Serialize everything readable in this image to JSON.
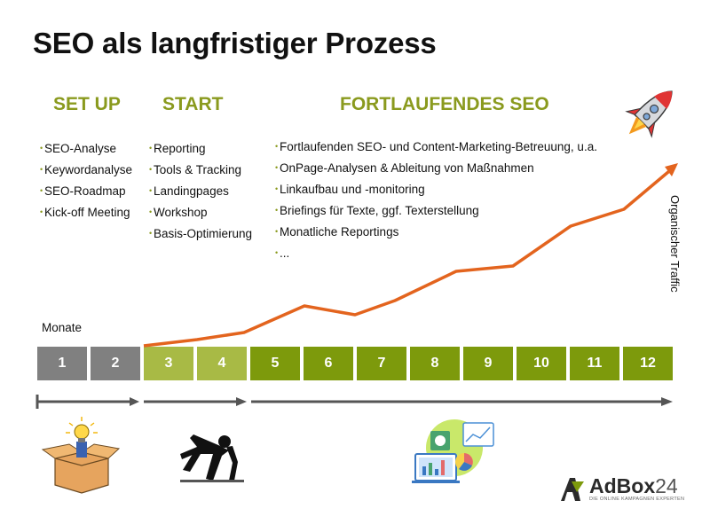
{
  "title": "SEO als langfristiger Prozess",
  "phases": {
    "setup": {
      "label": "SET UP",
      "items": [
        "SEO-Analyse",
        "Keywordanalyse",
        "SEO-Roadmap",
        "Kick-off Meeting"
      ]
    },
    "start": {
      "label": "START",
      "items": [
        "Reporting",
        "Tools & Tracking",
        "Landingpages",
        "Workshop",
        "Basis-Optimierung"
      ]
    },
    "ongoing": {
      "label": "FORTLAUFENDES SEO",
      "items": [
        "Fortlaufenden SEO- und Content-Marketing-Betreuung, u.a.",
        "OnPage-Analysen & Ableitung von Maßnahmen",
        "Linkaufbau und -monitoring",
        "Briefings für Texte, ggf. Texterstellung",
        "Monatliche Reportings",
        "..."
      ]
    }
  },
  "months_label": "Monate",
  "months": [
    "1",
    "2",
    "3",
    "4",
    "5",
    "6",
    "7",
    "8",
    "9",
    "10",
    "11",
    "12"
  ],
  "traffic_label": "Organischer Traffic",
  "colors": {
    "setup": "#808080",
    "start": "#a8ba45",
    "ongoing": "#7d9a0c",
    "phase_heading": "#8a9a1e",
    "traffic_line": "#e3641e",
    "arrow": "#555555"
  },
  "logo": {
    "name": "AdBox",
    "number": "24",
    "tagline": "DIE ONLINE KAMPAGNEN EXPERTEN"
  },
  "icons": [
    "lightbulb-box-icon",
    "runner-start-icon",
    "analytics-dashboard-icon",
    "rocket-icon"
  ]
}
